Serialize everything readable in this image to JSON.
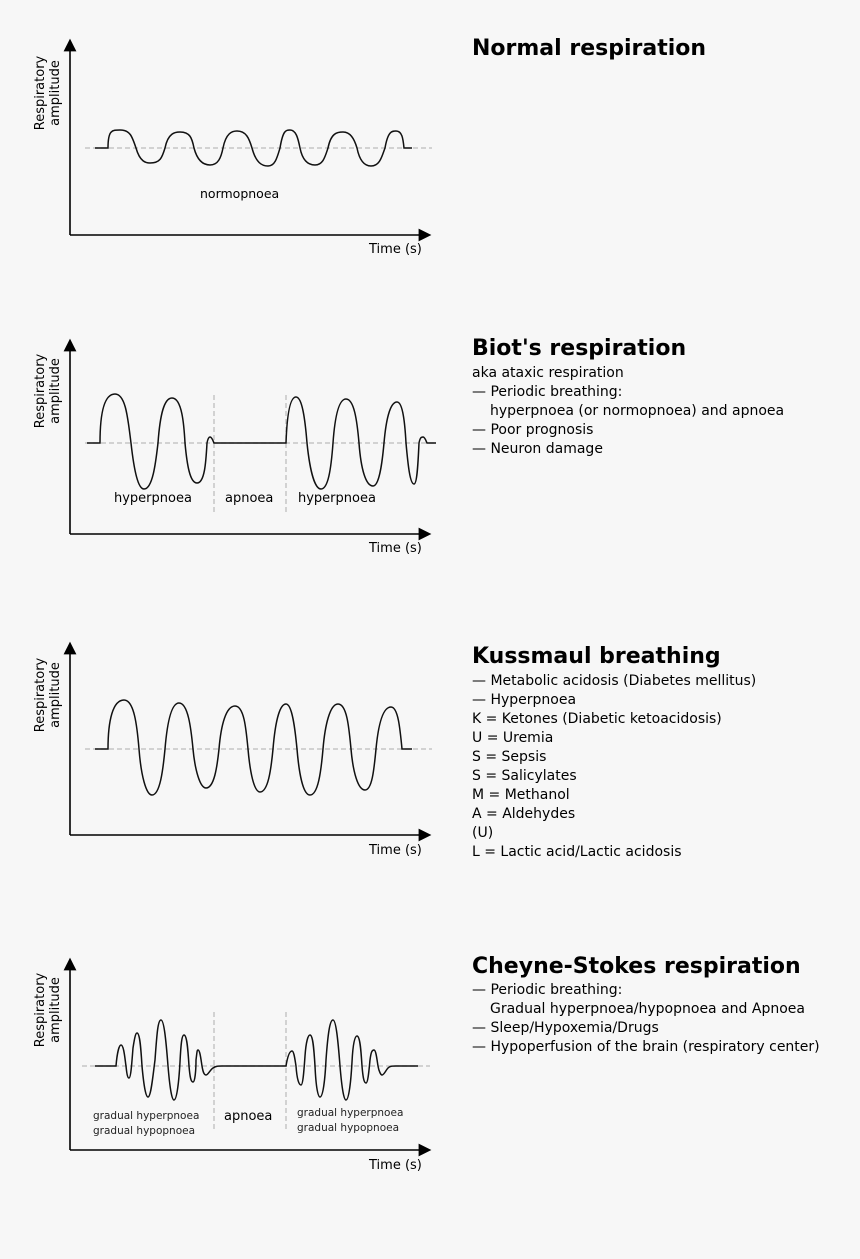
{
  "common": {
    "ylabel_line1": "Respiratory",
    "ylabel_line2": "amplitude",
    "xlabel": "Time (s)"
  },
  "panels": [
    {
      "title": "Normal respiration",
      "segments": [
        "normopnoea"
      ],
      "notes": []
    },
    {
      "title": "Biot's respiration",
      "segments": [
        "hyperpnoea",
        "apnoea",
        "hyperpnoea"
      ],
      "notes": [
        "aka ataxic respiration",
        "— Periodic breathing:",
        "hyperpnoea (or normopnoea) and apnoea",
        "— Poor prognosis",
        "— Neuron damage"
      ]
    },
    {
      "title": "Kussmaul breathing",
      "segments": [],
      "notes": [
        "— Metabolic acidosis (Diabetes mellitus)",
        "— Hyperpnoea",
        "K = Ketones (Diabetic ketoacidosis)",
        "U = Uremia",
        "S = Sepsis",
        "S = Salicylates",
        "M = Methanol",
        "A = Aldehydes",
        "(U)",
        "L = Lactic acid/Lactic acidosis"
      ]
    },
    {
      "title": "Cheyne-Stokes respiration",
      "segments": [
        "gradual hyperpnoea",
        "gradual hypopnoea",
        "apnoea",
        "gradual hyperpnoea",
        "gradual hypopnoea"
      ],
      "notes": [
        "— Periodic breathing:",
        "Gradual hyperpnoea/hypopnoea and Apnoea",
        "— Sleep/Hypoxemia/Drugs",
        "— Hypoperfusion of the brain (respiratory center)"
      ]
    }
  ],
  "colors": {
    "background": "#f7f7f7",
    "line": "#000000",
    "baseline": "#bbbbbb"
  }
}
